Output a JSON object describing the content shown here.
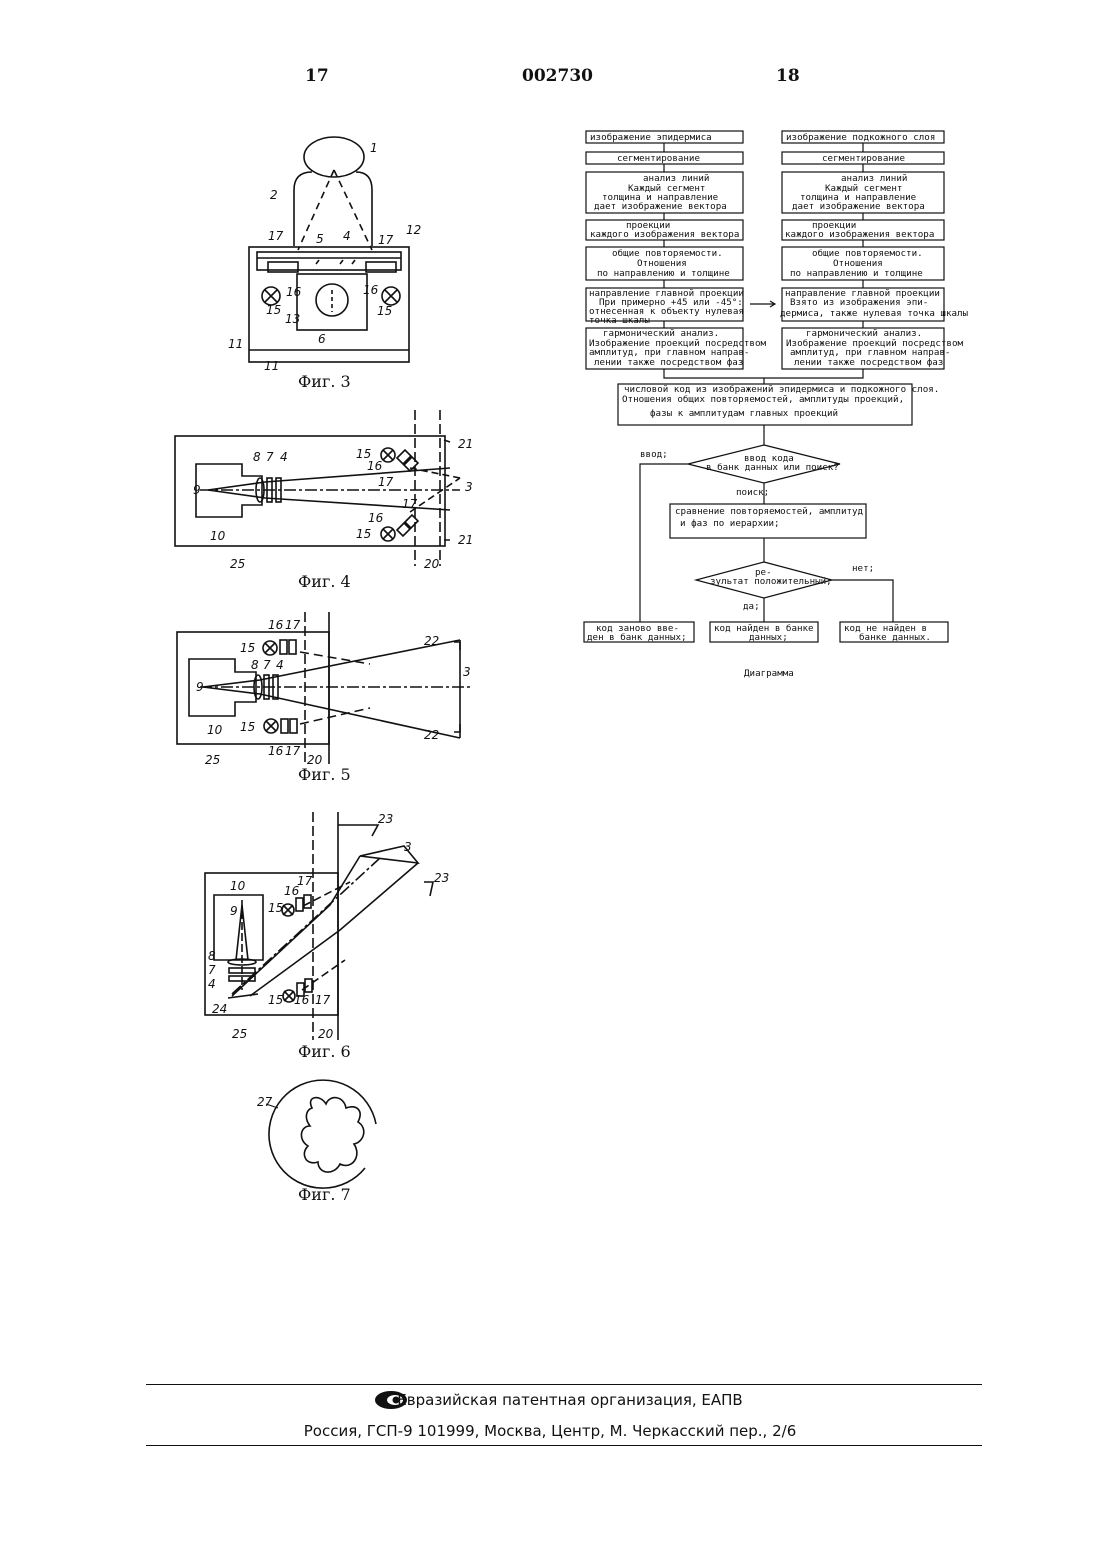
{
  "header": {
    "page_left": "17",
    "doc_number": "002730",
    "page_right": "18"
  },
  "figures": {
    "fig3": {
      "caption": "Фиг. 3",
      "labels": [
        "1",
        "2",
        "4",
        "5",
        "12",
        "17",
        "17",
        "16",
        "16",
        "15",
        "15",
        "13",
        "6",
        "11",
        "11"
      ]
    },
    "fig4": {
      "caption": "Фиг. 4",
      "labels": [
        "8",
        "7",
        "4",
        "9",
        "10",
        "25",
        "15",
        "16",
        "17",
        "3",
        "16",
        "17",
        "15",
        "21",
        "21",
        "20"
      ]
    },
    "fig5": {
      "caption": "Фиг. 5",
      "labels": [
        "16",
        "17",
        "15",
        "8",
        "7",
        "4",
        "9",
        "10",
        "25",
        "15",
        "16",
        "17",
        "20",
        "3",
        "22",
        "22"
      ]
    },
    "fig6": {
      "caption": "Фиг. 6",
      "labels": [
        "23",
        "3",
        "23",
        "10",
        "9",
        "16",
        "17",
        "15",
        "8",
        "7",
        "4",
        "24",
        "15",
        "16",
        "17",
        "25",
        "20"
      ]
    },
    "fig7": {
      "caption": "Фиг. 7",
      "labels": [
        "27"
      ]
    }
  },
  "flowchart": {
    "left_column": [
      [
        "изображение эпидермиса"
      ],
      [
        "сегментирование"
      ],
      [
        "анализ линий",
        "Каждый сегмент",
        "толщина и направление",
        "дает изображение вектора"
      ],
      [
        "проекции",
        "каждого изображения вектора"
      ],
      [
        "общие повторяемости.",
        "Отношения",
        "по направлению и толщине"
      ],
      [
        "направление главной проекции",
        "При примерно +45 или -45°:",
        "отнесенная к объекту нулевая",
        "точка шкалы"
      ],
      [
        "гармонический анализ.",
        "Изображение проекций посредством",
        "амплитуд, при главном направ-",
        "лении также посредством фаз"
      ]
    ],
    "right_column": [
      [
        "изображение подкожного слоя"
      ],
      [
        "сегментирование"
      ],
      [
        "анализ линий",
        "Каждый сегмент",
        "толщина и направление",
        "дает изображение вектора"
      ],
      [
        "проекции",
        "каждого изображения вектора"
      ],
      [
        "общие повторяемости.",
        "Отношения",
        "по направлению и толщине"
      ],
      [
        "направление главной проекции",
        "Взято из изображения эпи-",
        "дермиса, также нулевая точка шкалы"
      ],
      [
        "гармонический анализ.",
        "Изображение проекций посредством",
        "амплитуд, при главном направ-",
        "лении также посредством фаз"
      ]
    ],
    "merge": [
      "числовой код из изображений эпидермиса и подкожного слоя.",
      "Отношения общих повторяемостей, амплитуды проекций,",
      "фазы к амплитудам главных проекций"
    ],
    "decision1": [
      "ввод кода",
      "в банк данных или поиск?"
    ],
    "branch_input": "ввод;",
    "branch_search": "поиск;",
    "compare": [
      "сравнение повторяемостей, амплитуд",
      "и фаз по иерархии;"
    ],
    "decision2": [
      "ре-",
      "зультат положительный;"
    ],
    "branch_no": "нет;",
    "branch_yes": "да;",
    "out_left": [
      "код заново вве-",
      "ден в банк данных;"
    ],
    "out_mid": [
      "код найден в банке",
      "данных;"
    ],
    "out_right": [
      "код не найден в",
      "банке данных."
    ],
    "caption": "Диаграмма"
  },
  "footer": {
    "org": "Евразийская патентная организация, ЕАПВ",
    "address": "Россия, ГСП-9 101999, Москва, Центр, М. Черкасский пер., 2/6"
  }
}
